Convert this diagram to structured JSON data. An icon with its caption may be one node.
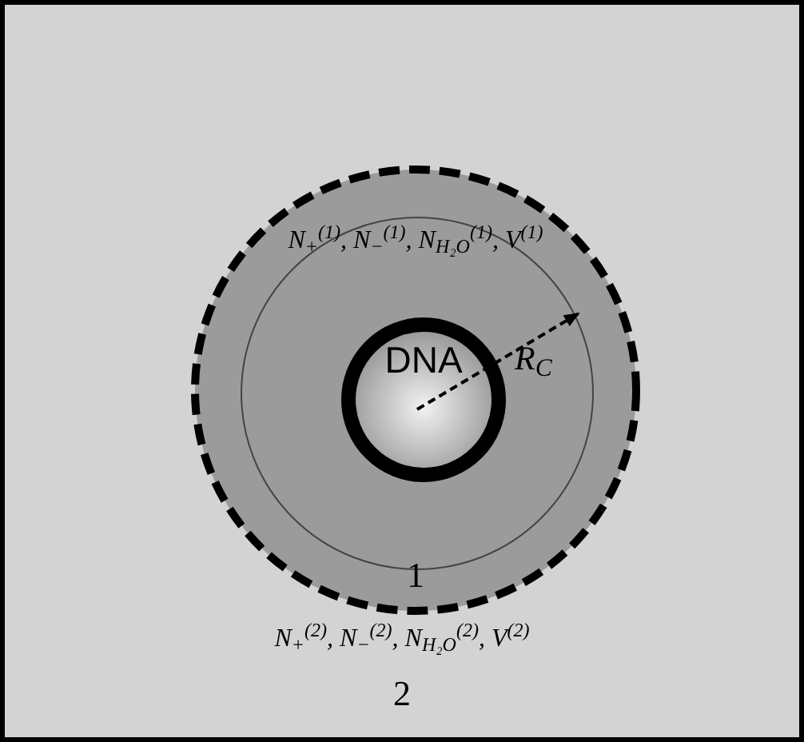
{
  "diagram": {
    "nodes": [
      {
        "text": [
          "N$_{+}$$^{(2)}$, N$_{−}$$^{(2)}$, N$_{H₂O}$$^{(2)}$, V$^{(2)}$",
          "2"
        ]
      },
      {
        "text": [
          "N$_{+}$$^{(1)}$, N$_{−}$$^{(1)}$, N$_{H₂O}$$^{(1)}$, V$^{(1)}$",
          "1"
        ],
        "in": 0
      },
      {
        "text": [
          "DNA"
        ],
        "in": 1
      }
    ],
    "labels": [
      "R$_{C}$"
    ]
  }
}
